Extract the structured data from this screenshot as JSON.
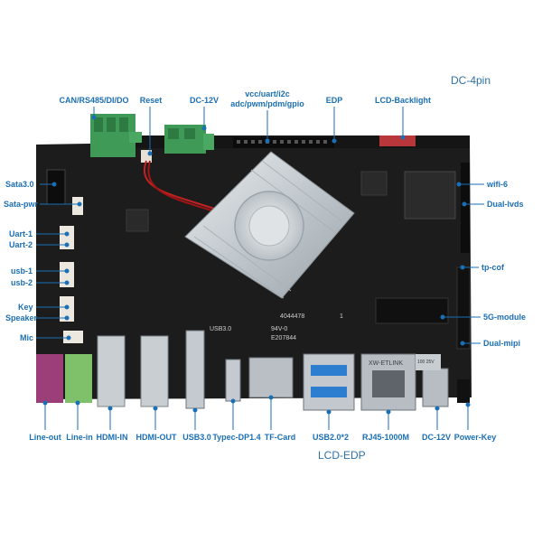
{
  "header": {
    "corner_label": "DC-4pin"
  },
  "labels": {
    "can": "CAN/RS485/DI/DO",
    "reset": "Reset",
    "dc12v_top": "DC-12V",
    "gpio_line1": "vcc/uart/i2c",
    "gpio_line2": "adc/pwm/pdm/gpio",
    "edp": "EDP",
    "lcd_backlight": "LCD-Backlight",
    "sata": "Sata3.0",
    "sata_pwr": "Sata-pwr",
    "uart1": "Uart-1",
    "uart2": "Uart-2",
    "usb1": "usb-1",
    "usb2": "usb-2",
    "key": "Key",
    "speaker": "Speaker",
    "mic": "Mic",
    "wifi": "wifi-6",
    "dual_lvds": "Dual-lvds",
    "tp_cof": "tp-cof",
    "module_5g": "5G-module",
    "dual_mipi": "Dual-mipi",
    "line_out": "Line-out",
    "line_in": "Line-in",
    "hdmi_in": "HDMI-IN",
    "hdmi_out": "HDMI-OUT",
    "usb3": "USB3.0",
    "typec": "Typec-DP1.4",
    "tf_card": "TF-Card",
    "usb2x2": "USB2.0*2",
    "rj45": "RJ45-1000M",
    "dc12v_bottom": "DC-12V",
    "power_key": "Power-Key"
  },
  "board_text": {
    "chip_mark1": "94V-0",
    "chip_mark2": "E207844",
    "chip_mark3": "4044478",
    "eth_brand": "XW-ETLINK",
    "cap": "100 25V",
    "mark_1": "1",
    "mark_usb3": "USB3.0"
  },
  "footer": {
    "caption": "LCD-EDP"
  },
  "colors": {
    "label": "#1b6fb5",
    "board": "#1c1c1c",
    "terminal_green": "#3e9a56",
    "backlight_red": "#b8373a"
  }
}
